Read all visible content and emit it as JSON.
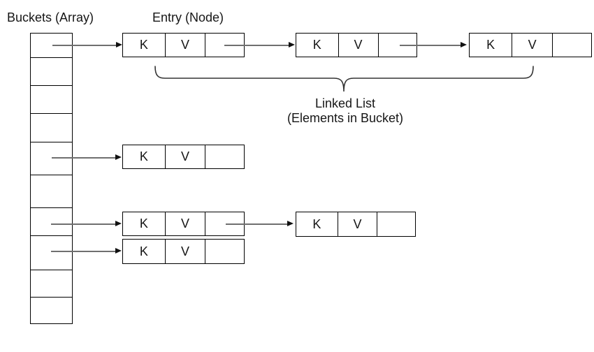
{
  "labels": {
    "buckets_title": "Buckets (Array)",
    "entry_title": "Entry (Node)",
    "key": "K",
    "value": "V",
    "brace_caption_line1": "Linked List",
    "brace_caption_line2": "(Elements in Bucket)"
  },
  "diagram": {
    "type": "hashmap-structure",
    "bucket_count": 10,
    "chains": [
      {
        "bucket_index": 0,
        "node_count": 3
      },
      {
        "bucket_index": 4,
        "node_count": 1
      },
      {
        "bucket_index": 6,
        "node_count": 2
      },
      {
        "bucket_index": 7,
        "node_count": 1
      }
    ],
    "colors": {
      "background": "#ffffff",
      "box_border": "#000000",
      "arrow_shaft": "#6f6f6f",
      "arrow_head": "#111111",
      "text": "#161616",
      "brace": "#333333"
    }
  }
}
